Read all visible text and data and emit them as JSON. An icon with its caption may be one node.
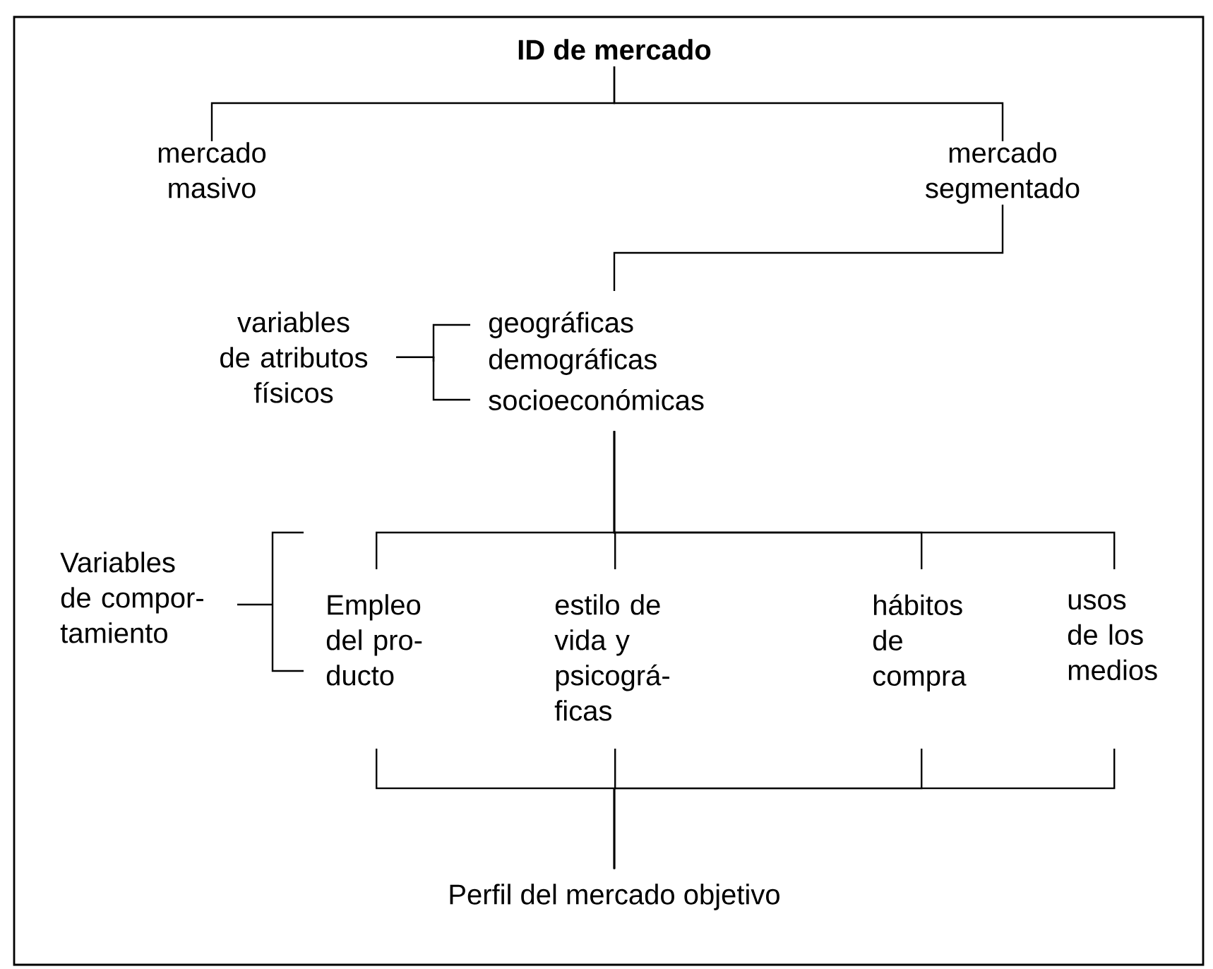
{
  "diagram": {
    "nodes": [
      {
        "text": [
          "ID de mercado"
        ]
      },
      {
        "text": [
          "mercado masivo"
        ]
      },
      {
        "text": [
          "mercado segmentado"
        ]
      },
      {
        "text": [
          "variables de atributos físicos"
        ]
      },
      {
        "text": [
          "geográficas"
        ]
      },
      {
        "text": [
          "demográficas"
        ]
      },
      {
        "text": [
          "socioeconómicas"
        ]
      },
      {
        "text": [
          "Variables de compor- tamiento"
        ]
      },
      {
        "text": [
          "Empleo del pro- ducto"
        ]
      },
      {
        "text": [
          "estilo de vida y psicográ- ficas"
        ]
      },
      {
        "text": [
          "hábitos de compra"
        ]
      },
      {
        "text": [
          "usos de los medios"
        ]
      },
      {
        "text": [
          "Perfil del mercado objetivo"
        ]
      }
    ],
    "edges": [
      {
        "from": 0,
        "to": 1,
        "arrow": "none"
      },
      {
        "from": 0,
        "to": 2,
        "arrow": "none"
      },
      {
        "from": 2,
        "to": 4,
        "arrow": "none"
      },
      {
        "from": 3,
        "to": 4,
        "arrow": "none"
      },
      {
        "from": 3,
        "to": 5,
        "arrow": "none"
      },
      {
        "from": 3,
        "to": 6,
        "arrow": "none"
      },
      {
        "from": 6,
        "to": 8,
        "arrow": "none"
      },
      {
        "from": 6,
        "to": 9,
        "arrow": "none"
      },
      {
        "from": 6,
        "to": 10,
        "arrow": "none"
      },
      {
        "from": 6,
        "to": 11,
        "arrow": "none"
      },
      {
        "from": 8,
        "to": 12,
        "arrow": "none"
      },
      {
        "from": 9,
        "to": 12,
        "arrow": "none"
      },
      {
        "from": 10,
        "to": 12,
        "arrow": "none"
      },
      {
        "from": 11,
        "to": 12,
        "arrow": "none"
      }
    ]
  }
}
